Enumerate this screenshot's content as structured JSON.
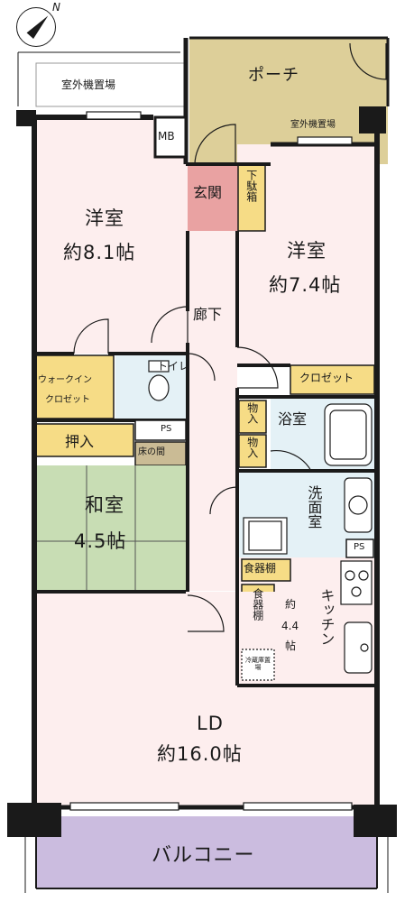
{
  "colors": {
    "wall": "#1a1a1a",
    "floor_pink": "#fdeeee",
    "porch": "#ddcf99",
    "entrance": "#e9a2a2",
    "storage": "#f6dc86",
    "washitsu": "#c8ddb4",
    "bath_blue": "#e4f1f6",
    "balcony": "#cbbcdf",
    "floor_wood": "#cabb95"
  },
  "compass": {
    "north_label": "N"
  },
  "labels": {
    "outdoor_unit_left": "室外機置場",
    "outdoor_unit_right": "室外機置場",
    "porch": "ポーチ",
    "mb": "MB",
    "genkan": "玄関",
    "shoebox": "下駄箱",
    "western_left_name": "洋室",
    "western_left_size": "約8.1帖",
    "western_right_name": "洋室",
    "western_right_size": "約7.4帖",
    "corridor": "廊下",
    "walk_in_line1": "ウォークイン",
    "walk_in_line2": "クロゼット",
    "toilet": "トイレ",
    "closet": "クロゼット",
    "ps_upper": "PS",
    "storage_1": "物入",
    "storage_2": "物入",
    "bathroom": "浴室",
    "oshiire": "押入",
    "tokonoma": "床の間",
    "washitsu_name": "和室",
    "washitsu_size": "4.5帖",
    "washroom": "洗面室",
    "ps_lower": "PS",
    "cupboard_top": "食器棚",
    "cupboard_side": "食器棚",
    "kitchen_size_1": "約",
    "kitchen_size_2": "4.4",
    "kitchen_size_3": "帖",
    "kitchen": "キッチン",
    "fridge": "冷蔵庫置場",
    "ld_name": "LD",
    "ld_size": "約16.0帖",
    "balcony": "バルコニー"
  }
}
